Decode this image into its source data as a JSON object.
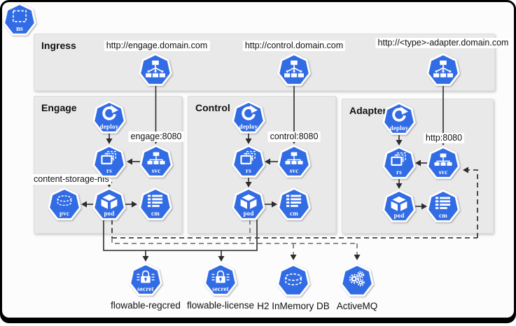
{
  "colors": {
    "k8s_blue": "#326CE5",
    "box_bg": "#e9e9ea",
    "wire": "#2b2b2b",
    "dash_dark": "#222222",
    "dash_gray": "#7f7f7f"
  },
  "namespace": {
    "label": "ns"
  },
  "ingress": {
    "title": "Ingress",
    "items": [
      {
        "url": "http://engage.domain.com"
      },
      {
        "url": "http://control.domain.com"
      },
      {
        "url": "http://<type>-adapter.domain.com"
      }
    ]
  },
  "sections": {
    "engage": {
      "title": "Engage",
      "port_label": "engage:8080",
      "storage_label": "content-storage-nfs",
      "nodes": {
        "deploy": "deploy",
        "rs": "rs",
        "svc": "svc",
        "pvc": "pvc",
        "pod": "pod",
        "cm": "cm"
      }
    },
    "control": {
      "title": "Control",
      "port_label": "control:8080",
      "nodes": {
        "deploy": "deploy",
        "rs": "rs",
        "svc": "svc",
        "pod": "pod",
        "cm": "cm"
      }
    },
    "adapter": {
      "title": "Adapter",
      "port_label": "http:8080",
      "nodes": {
        "deploy": "deploy",
        "rs": "rs",
        "svc": "svc",
        "pod": "pod",
        "cm": "cm"
      }
    }
  },
  "externals": {
    "items": [
      {
        "name": "flowable-regcred",
        "icon_label": "secret"
      },
      {
        "name": "flowable-license",
        "icon_label": "secret"
      },
      {
        "name": "H2 InMemory DB",
        "icon_label": ""
      },
      {
        "name": "ActiveMQ",
        "icon_label": ""
      }
    ]
  }
}
